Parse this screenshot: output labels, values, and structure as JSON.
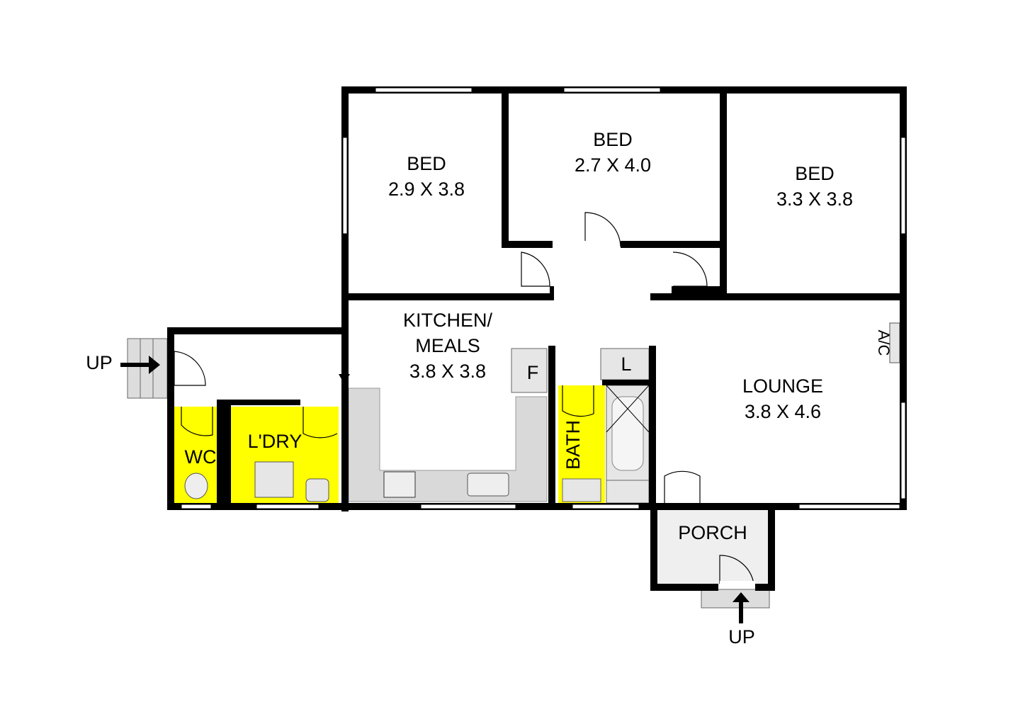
{
  "rooms": {
    "bed1": {
      "name": "BED",
      "size": "2.9 X 3.8"
    },
    "bed2": {
      "name": "BED",
      "size": "2.7 X 4.0"
    },
    "bed3": {
      "name": "BED",
      "size": "3.3 X 3.8"
    },
    "kitchen": {
      "name_line1": "KITCHEN/",
      "name_line2": "MEALS",
      "size": "3.8 X 3.8"
    },
    "lounge": {
      "name": "LOUNGE",
      "size": "3.8 X 4.6"
    },
    "porch": {
      "name": "PORCH"
    },
    "bath": {
      "name": "BATH"
    },
    "wc": {
      "name": "WC"
    },
    "laundry": {
      "name": "L'DRY"
    }
  },
  "fixtures": {
    "fridge": "F",
    "linen": "L",
    "aircon": "A/C"
  },
  "entries": {
    "side": "UP",
    "front": "UP"
  },
  "colors": {
    "wet_area": "#FFFF00",
    "bench": "#D9D9D9",
    "wall": "#000000"
  }
}
